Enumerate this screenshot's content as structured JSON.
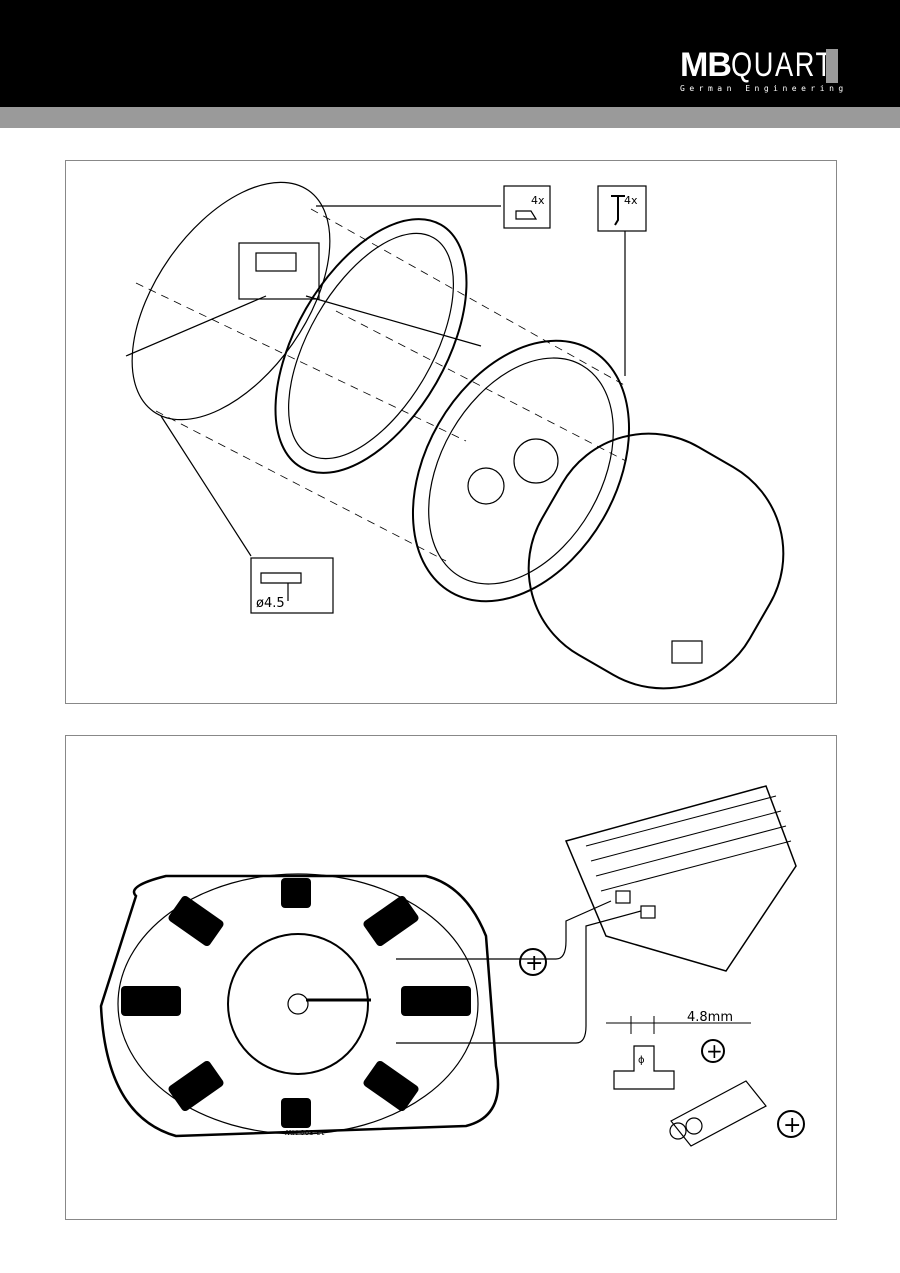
{
  "header": {
    "logo_brand_bold": "MB",
    "logo_brand_light": "QUART",
    "logo_tagline": "German Engineering"
  },
  "installation": {
    "clip_quantity": "4x",
    "screw_quantity": "4x",
    "drill_diameter": "ø4.5"
  },
  "wiring": {
    "positive_symbol": "+",
    "terminal_width": "4.8mm",
    "terminal_phi": "ɸ",
    "speaker_label": "13-800 MW"
  }
}
